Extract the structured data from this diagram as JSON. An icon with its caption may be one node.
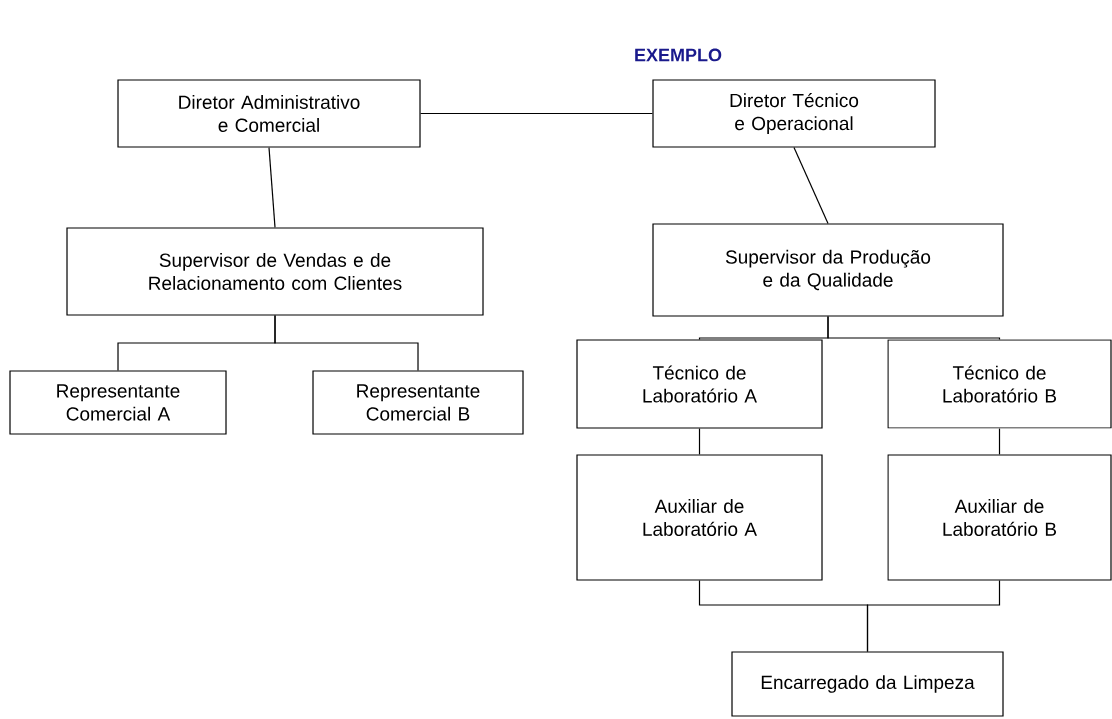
{
  "diagram": {
    "title": "EXEMPLO",
    "nodes": [
      {
        "text": [
          "Diretor Administrativo e Comercial"
        ]
      },
      {
        "text": [
          "Diretor Técnico e Operacional"
        ]
      },
      {
        "text": [
          "Supervisor de Vendas e de Relacionamento com Clientes"
        ]
      },
      {
        "text": [
          "Supervisor da Produção e da Qualidade"
        ]
      },
      {
        "text": [
          "Representante Comercial A"
        ]
      },
      {
        "text": [
          "Representante Comercial B"
        ]
      },
      {
        "text": [
          "Técnico de Laboratório A"
        ]
      },
      {
        "text": [
          "Técnico de Laboratório B"
        ]
      },
      {
        "text": [
          "Auxiliar de Laboratório A"
        ]
      },
      {
        "text": [
          "Auxiliar de Laboratório B"
        ]
      },
      {
        "text": [
          "Encarregado da Limpeza"
        ]
      }
    ],
    "edges": [
      {
        "from": 0,
        "to": 1,
        "arrow": "none"
      },
      {
        "from": 0,
        "to": 2,
        "arrow": "none"
      },
      {
        "from": 1,
        "to": 3,
        "arrow": "none"
      },
      {
        "from": 2,
        "to": 4,
        "arrow": "none"
      },
      {
        "from": 2,
        "to": 5,
        "arrow": "none"
      },
      {
        "from": 3,
        "to": 6,
        "arrow": "none"
      },
      {
        "from": 3,
        "to": 7,
        "arrow": "none"
      },
      {
        "from": 6,
        "to": 8,
        "arrow": "none"
      },
      {
        "from": 7,
        "to": 9,
        "arrow": "none"
      },
      {
        "from": 8,
        "to": 10,
        "arrow": "none"
      },
      {
        "from": 9,
        "to": 10,
        "arrow": "none"
      }
    ]
  }
}
